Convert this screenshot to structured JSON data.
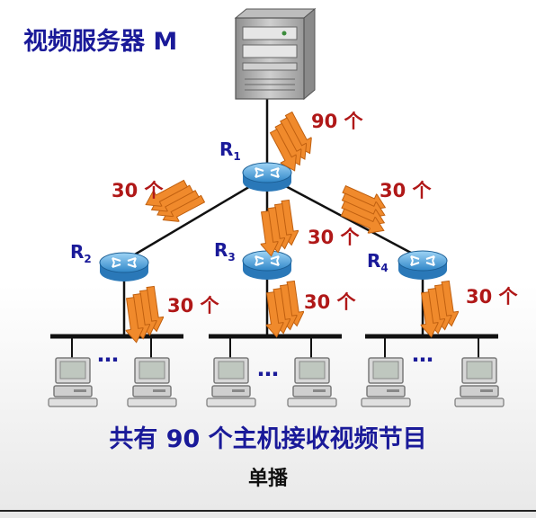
{
  "title": "视频服务器 M",
  "caption": "共有 90 个主机接收视频节目",
  "subcaption": "单播",
  "routers": {
    "r1": {
      "main": "R",
      "sub": "1"
    },
    "r2": {
      "main": "R",
      "sub": "2"
    },
    "r3": {
      "main": "R",
      "sub": "3"
    },
    "r4": {
      "main": "R",
      "sub": "4"
    }
  },
  "flows": {
    "server_to_r1": "90 个",
    "r1_to_r2": "30 个",
    "r1_to_r3": "30 个",
    "r1_to_r4": "30 个",
    "r2_to_lan": "30 个",
    "r3_to_lan": "30 个",
    "r4_to_lan": "30 个"
  },
  "ellipsis": "…",
  "colors": {
    "label_blue": "#1a1a99",
    "count_red": "#b01818",
    "arrow_orange": "#f08a2c",
    "router_blue": "#3a9bd8"
  },
  "icons": [
    "server-icon",
    "router-icon",
    "computer-icon",
    "arrow-bundle-icon"
  ]
}
